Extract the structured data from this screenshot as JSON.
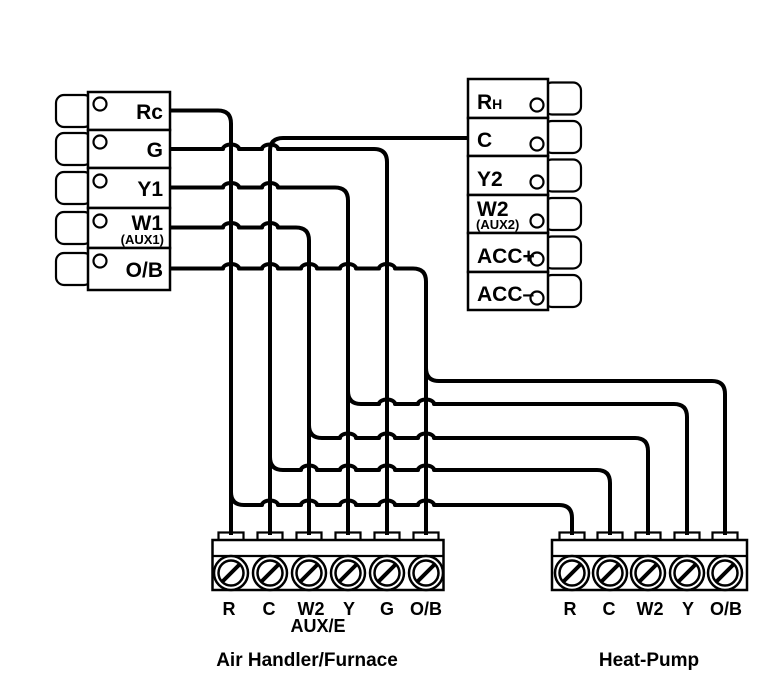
{
  "colors": {
    "line": "#000000",
    "background": "#ffffff"
  },
  "thermostat_left": {
    "terminals": [
      {
        "label": "Rc"
      },
      {
        "label": "G"
      },
      {
        "label": "Y1"
      },
      {
        "label": "W1",
        "sublabel": "(AUX1)"
      },
      {
        "label": "O/B"
      }
    ]
  },
  "thermostat_right": {
    "terminals": [
      {
        "label": "R",
        "small": "H"
      },
      {
        "label": "C"
      },
      {
        "label": "Y2"
      },
      {
        "label": "W2",
        "sublabel": "(AUX2)"
      },
      {
        "label": "ACC+"
      },
      {
        "label": "ACC–"
      }
    ]
  },
  "air_handler": {
    "title": "Air Handler/Furnace",
    "terminal_labels": [
      "R",
      "C",
      "W2",
      "Y",
      "G",
      "O/B"
    ],
    "aux_label": "AUX/E"
  },
  "heat_pump": {
    "title": "Heat-Pump",
    "terminal_labels": [
      "R",
      "C",
      "W2",
      "Y",
      "O/B"
    ]
  },
  "wiring": [
    {
      "thermostat": "Rc",
      "air_handler": "R",
      "heat_pump": "R"
    },
    {
      "thermostat": "G",
      "air_handler": "G",
      "heat_pump": null
    },
    {
      "thermostat": "Y1",
      "air_handler": "Y",
      "heat_pump": "Y"
    },
    {
      "thermostat": "W1 (AUX1)",
      "air_handler": "W2 AUX/E",
      "heat_pump": "W2"
    },
    {
      "thermostat": "O/B",
      "air_handler": "O/B",
      "heat_pump": "O/B"
    },
    {
      "thermostat": "C",
      "air_handler": "C",
      "heat_pump": "C"
    }
  ]
}
